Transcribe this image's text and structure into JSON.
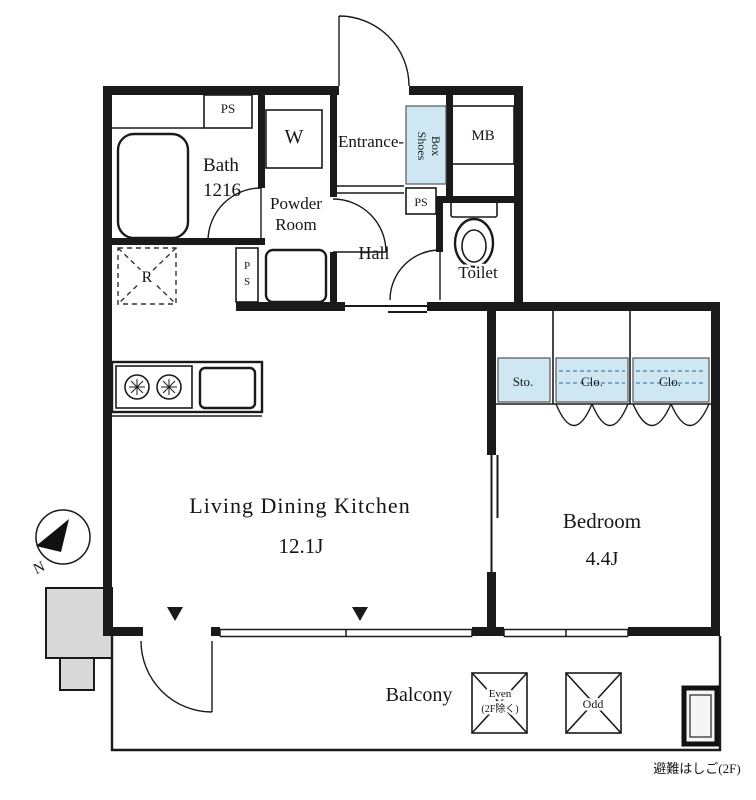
{
  "colors": {
    "wall": "#1a1a1a",
    "closet_blue": "#cfe6f3",
    "gray": "#d9d9d9"
  },
  "rooms": {
    "ldk": {
      "name": "Living Dining Kitchen",
      "size": "12.1J"
    },
    "bedroom": {
      "name": "Bedroom",
      "size": "4.4J"
    },
    "bath": {
      "label": "Bath",
      "size": "1216"
    },
    "powder": {
      "line1": "Powder",
      "line2": "Room"
    },
    "entrance": {
      "label": "Entrance-"
    },
    "hall": {
      "label": "Hall"
    },
    "toilet": {
      "label": "Toilet"
    },
    "balcony": {
      "label": "Balcony"
    }
  },
  "fixtures": {
    "washer": "W",
    "fridge": "R",
    "meter_box": "MB",
    "shoes": {
      "line1": "Shoes",
      "line2": "Box"
    },
    "ps_top": "PS",
    "ps_mid": "PS",
    "ps_powder": {
      "line1": "P",
      "line2": "S"
    },
    "storage": "Sto.",
    "closet1": "Clo.",
    "closet2": "Clo."
  },
  "balcony_items": {
    "even": {
      "line1": "Even",
      "line2": "(2F除く)"
    },
    "odd": {
      "label": "Odd"
    },
    "ladder_label": "避難はしご(2F)"
  },
  "compass": {
    "n": "N"
  }
}
